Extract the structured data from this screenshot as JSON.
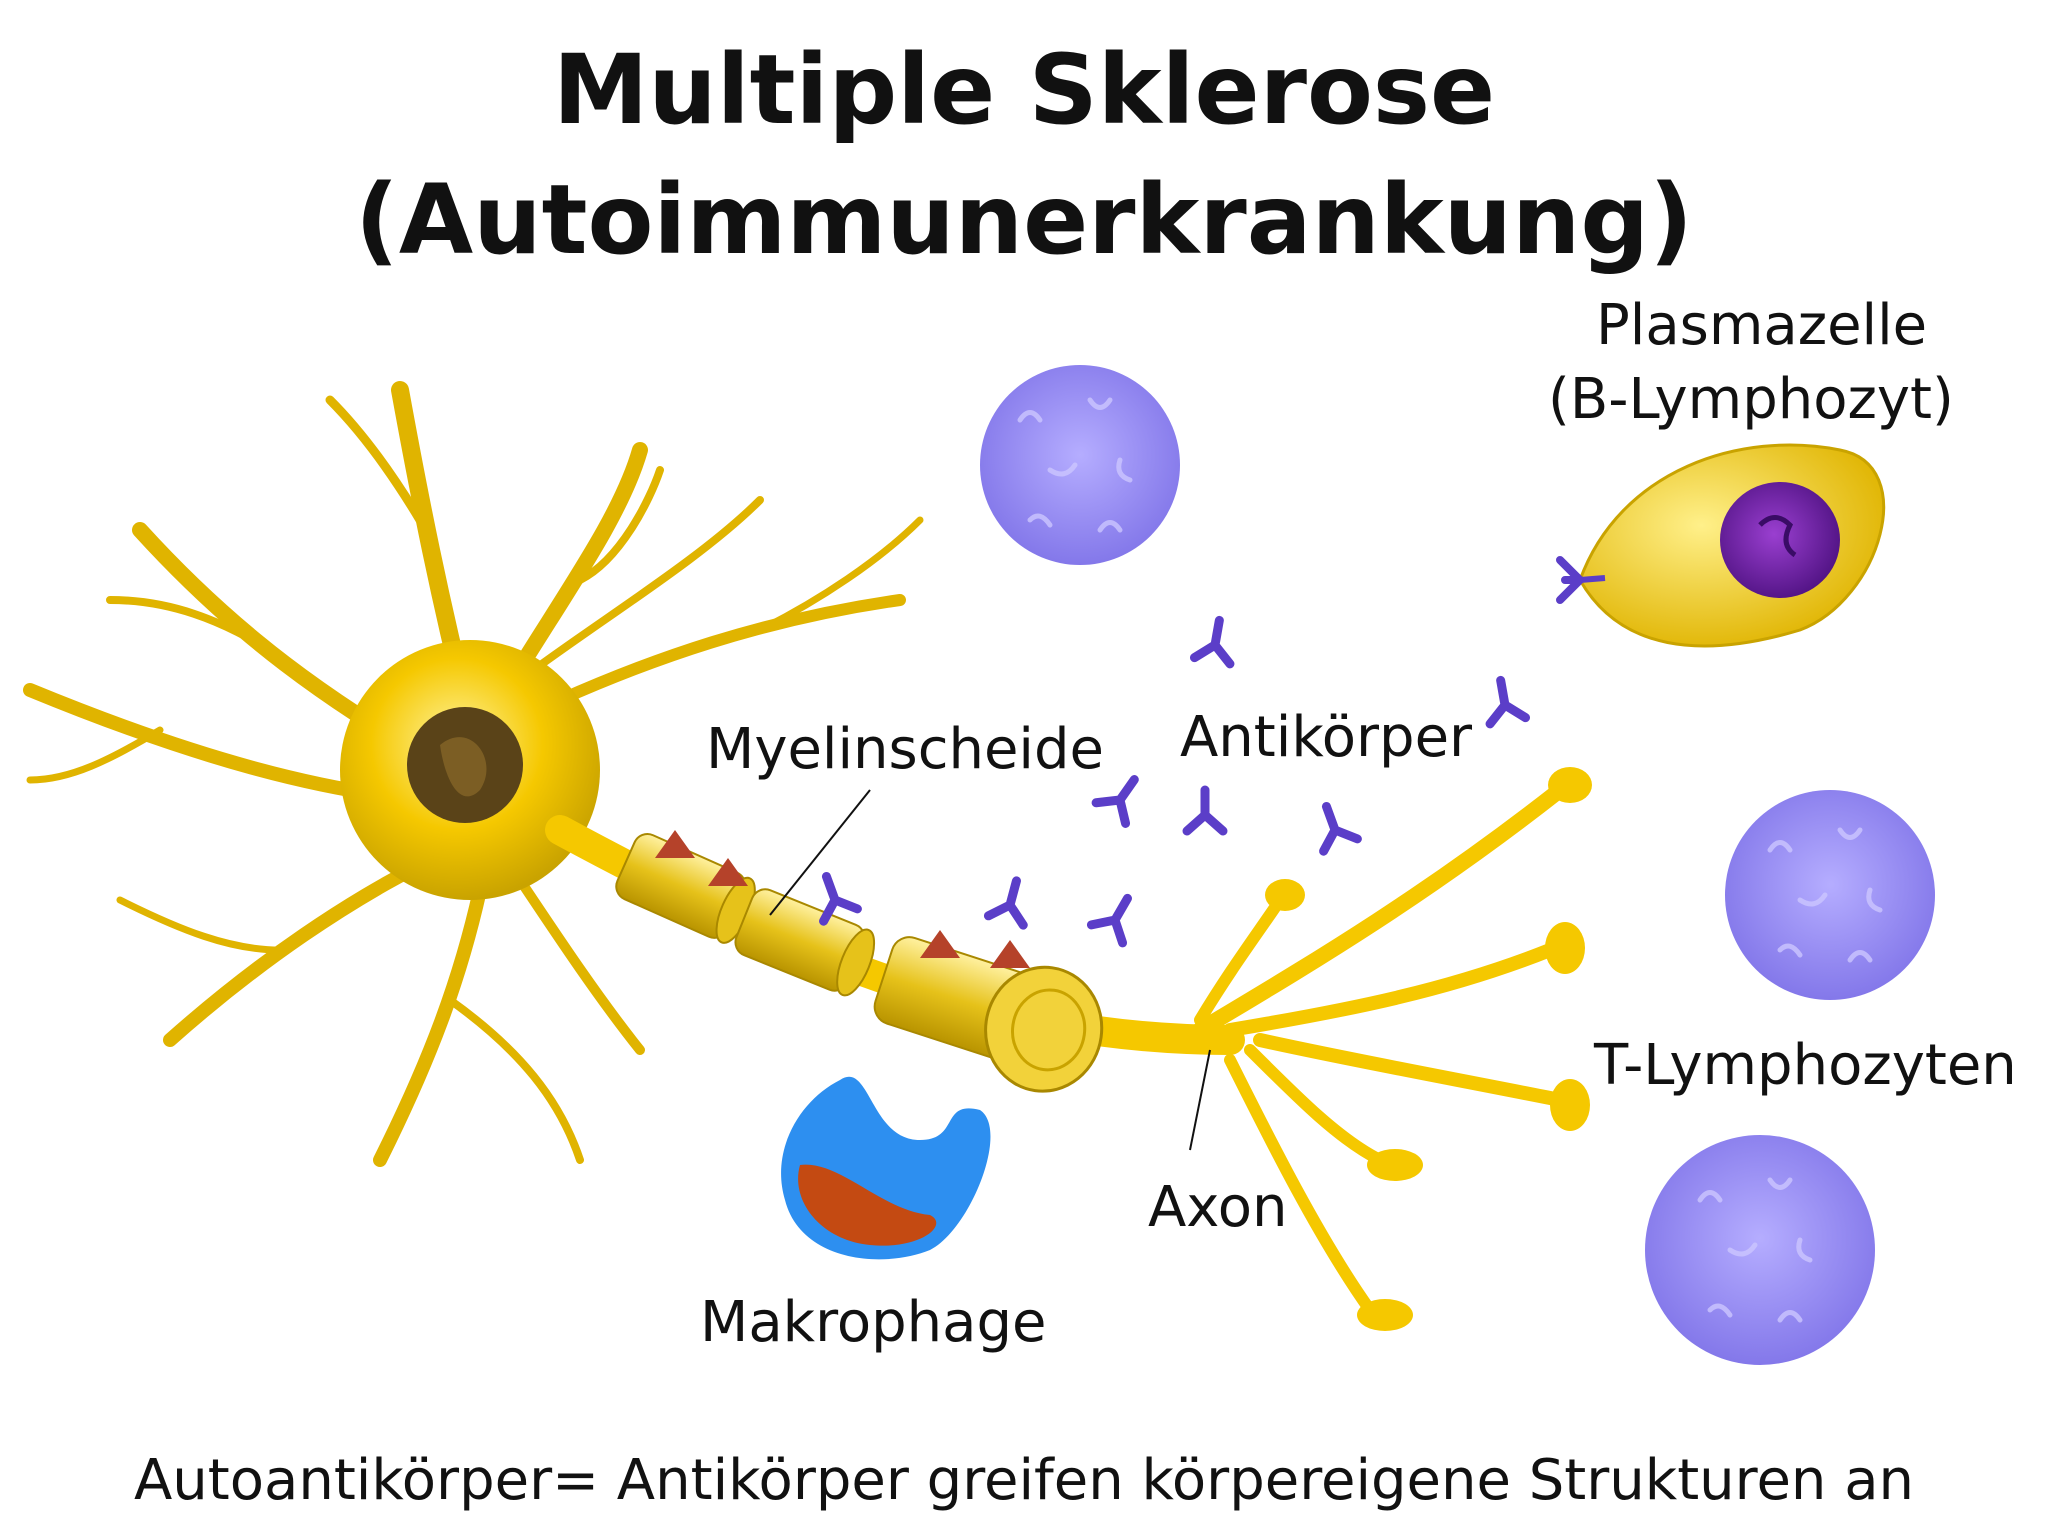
{
  "title": {
    "line1": "Multiple Sklerose",
    "line2": "(Autoimmunerkrankung)"
  },
  "labels": {
    "plasma_line1": "Plasmazelle",
    "plasma_line2": "(B-Lymphozyt)",
    "myelin": "Myelinscheide",
    "antibodies": "Antikörper",
    "t_cells": "T-Lymphozyten",
    "axon": "Axon",
    "macrophage": "Makrophage"
  },
  "caption": "Autoantikörper= Antikörper greifen körpereigene Strukturen an",
  "colors": {
    "neuron": "#f5c800",
    "neuron_dark": "#c9a300",
    "nucleus": "#5a4318",
    "t_cell": "#8f85f0",
    "antibody": "#5b3ec8",
    "macrophage": "#2d8ff0",
    "macrophage_nucleus": "#c44a12",
    "plasma_nucleus": "#6a1fa0",
    "attack": "#b5422a"
  }
}
